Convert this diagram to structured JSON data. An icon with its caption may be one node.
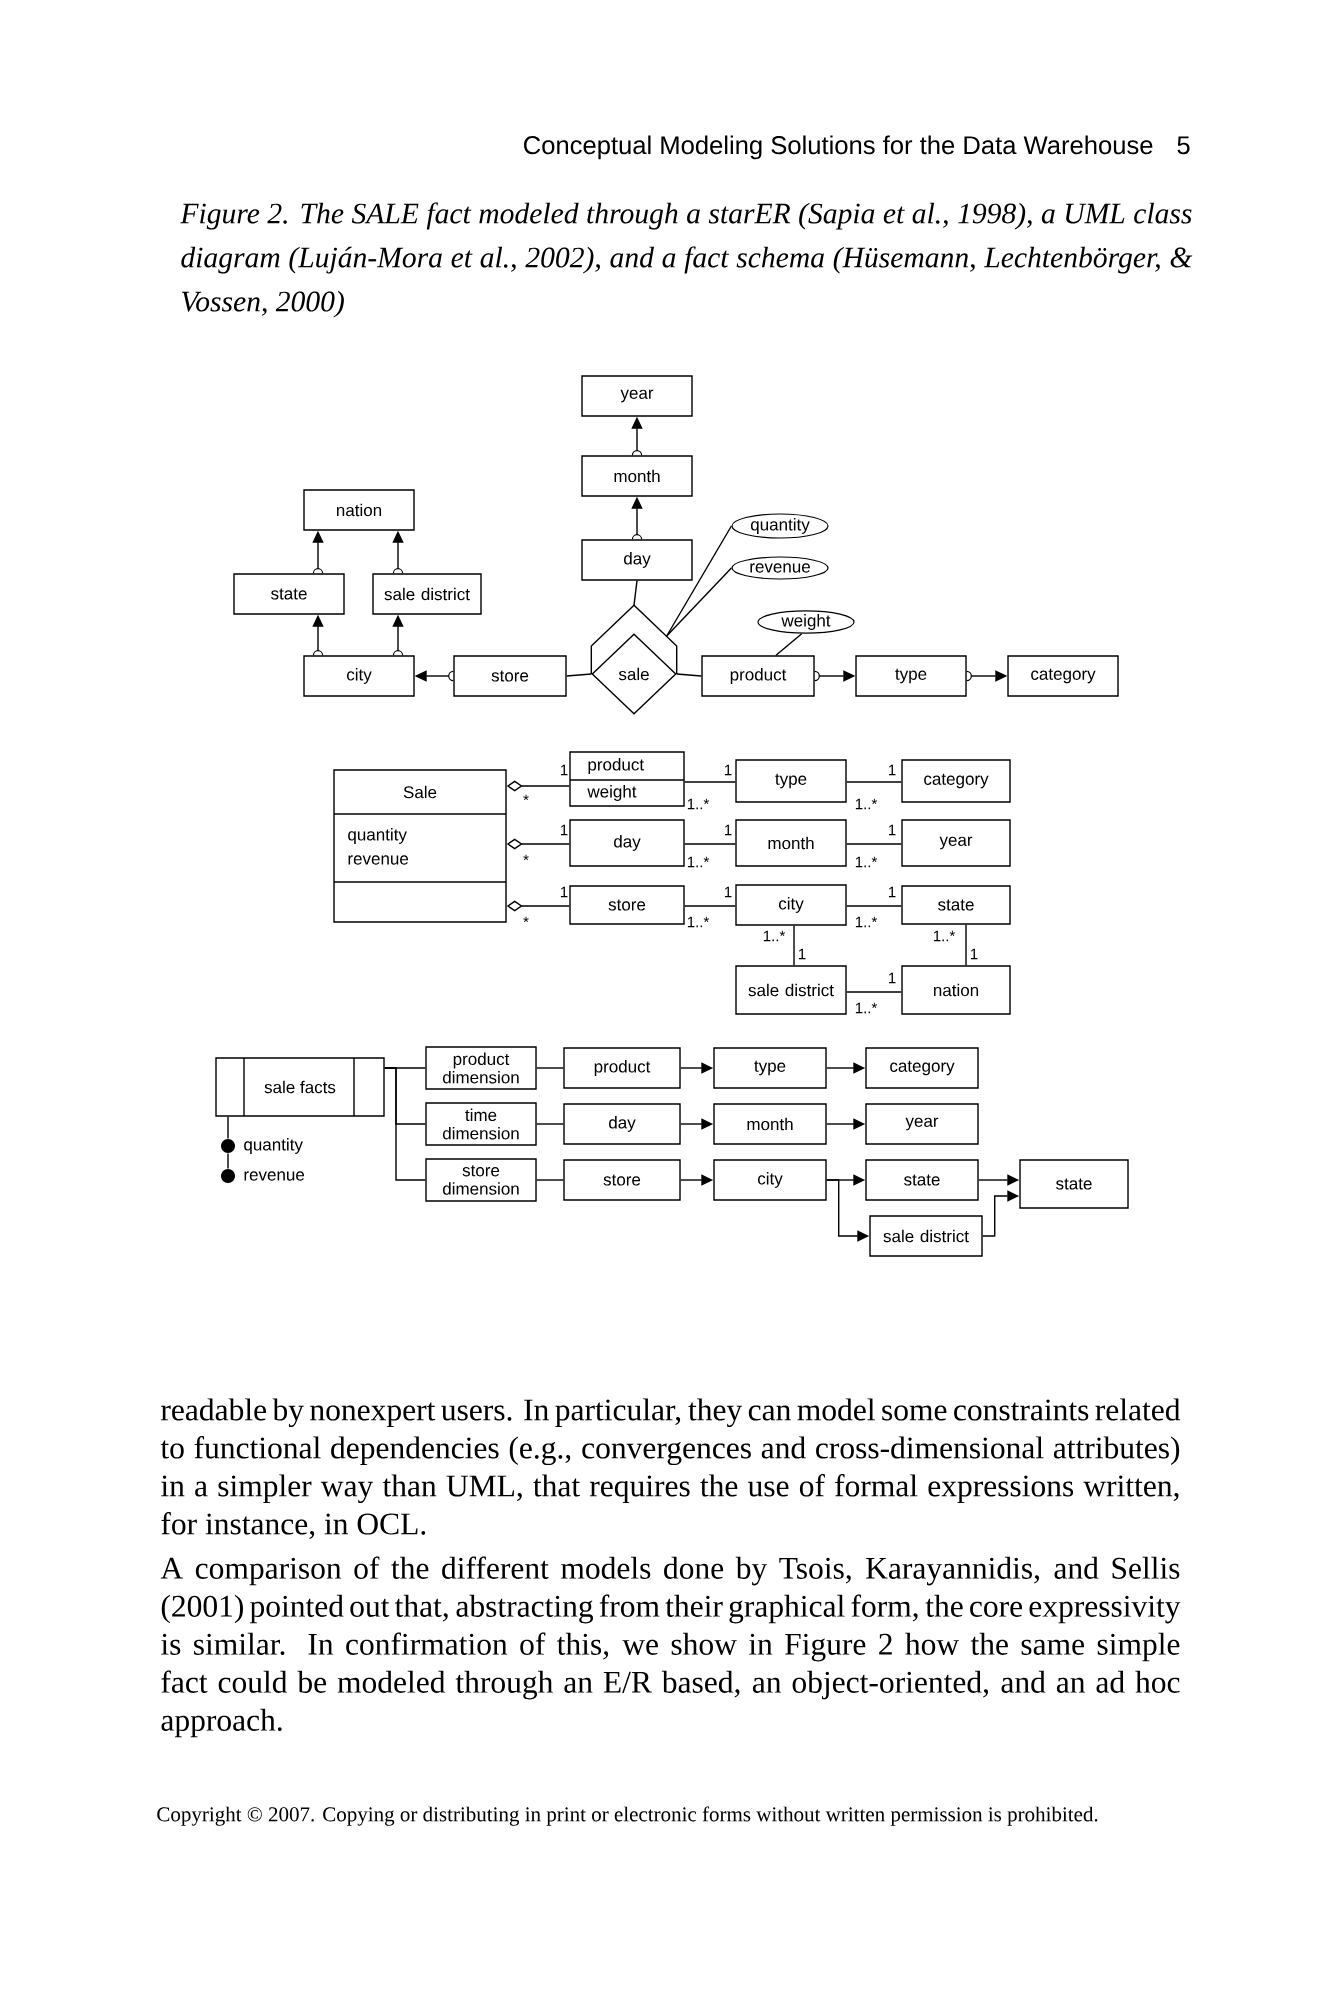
{
  "diagram": {
    "caption": "Figure 2. The SALE fact modeled through a starER (Sapia et al., 1998), a UML class diagram (Luján-Mora et al., 2002), and a fact schema (Hüsemann, Lechtenbörger, & Vossen, 2000)",
    "nodes": [
      {
        "text": [
          "year"
        ]
      },
      {
        "text": [
          "month"
        ]
      },
      {
        "text": [
          "nation"
        ]
      },
      {
        "text": [
          "day"
        ]
      },
      {
        "text": [
          "quantity"
        ]
      },
      {
        "text": [
          "revenue"
        ]
      },
      {
        "text": [
          "state"
        ]
      },
      {
        "text": [
          "sale district"
        ]
      },
      {
        "text": [
          "weight"
        ]
      },
      {
        "text": [
          "city"
        ]
      },
      {
        "text": [
          "store"
        ]
      },
      {
        "text": [
          "sale"
        ]
      },
      {
        "text": [
          "product"
        ]
      },
      {
        "text": [
          "type"
        ]
      },
      {
        "text": [
          "category"
        ]
      },
      {
        "text": [
          "Sale",
          "quantity",
          "revenue"
        ]
      },
      {
        "text": [
          "product",
          "weight"
        ]
      },
      {
        "text": [
          "type"
        ]
      },
      {
        "text": [
          "category"
        ]
      },
      {
        "text": [
          "day"
        ]
      },
      {
        "text": [
          "month"
        ]
      },
      {
        "text": [
          "year"
        ]
      },
      {
        "text": [
          "store"
        ]
      },
      {
        "text": [
          "city"
        ]
      },
      {
        "text": [
          "state"
        ]
      },
      {
        "text": [
          "sale district"
        ]
      },
      {
        "text": [
          "nation"
        ]
      },
      {
        "text": [
          "sale facts"
        ]
      },
      {
        "text": [
          "quantity"
        ]
      },
      {
        "text": [
          "revenue"
        ]
      },
      {
        "text": [
          "product dimension"
        ]
      },
      {
        "text": [
          "time dimension"
        ]
      },
      {
        "text": [
          "store dimension"
        ]
      },
      {
        "text": [
          "product"
        ]
      },
      {
        "text": [
          "type"
        ]
      },
      {
        "text": [
          "category"
        ]
      },
      {
        "text": [
          "day"
        ]
      },
      {
        "text": [
          "month"
        ]
      },
      {
        "text": [
          "year"
        ]
      },
      {
        "text": [
          "store"
        ]
      },
      {
        "text": [
          "city"
        ]
      },
      {
        "text": [
          "state"
        ]
      },
      {
        "text": [
          "sale district"
        ]
      },
      {
        "text": [
          "state"
        ]
      }
    ],
    "edges": [
      {
        "from": 1,
        "to": 0,
        "arrow": "to"
      },
      {
        "from": 3,
        "to": 1,
        "arrow": "to"
      },
      {
        "from": 6,
        "to": 2,
        "arrow": "to"
      },
      {
        "from": 7,
        "to": 2,
        "arrow": "to"
      },
      {
        "from": 9,
        "to": 6,
        "arrow": "to"
      },
      {
        "from": 9,
        "to": 7,
        "arrow": "to"
      },
      {
        "from": 10,
        "to": 9,
        "arrow": "to"
      },
      {
        "from": 11,
        "to": 10,
        "arrow": "none"
      },
      {
        "from": 11,
        "to": 3,
        "arrow": "none"
      },
      {
        "from": 11,
        "to": 4,
        "arrow": "none"
      },
      {
        "from": 11,
        "to": 5,
        "arrow": "none"
      },
      {
        "from": 11,
        "to": 12,
        "arrow": "none"
      },
      {
        "from": 12,
        "to": 8,
        "arrow": "none"
      },
      {
        "from": 12,
        "to": 13,
        "arrow": "to"
      },
      {
        "from": 13,
        "to": 14,
        "arrow": "to"
      },
      {
        "from": 15,
        "to": 16,
        "arrow": "other"
      },
      {
        "from": 15,
        "to": 19,
        "arrow": "other"
      },
      {
        "from": 15,
        "to": 22,
        "arrow": "other"
      },
      {
        "from": 16,
        "to": 17,
        "arrow": "none"
      },
      {
        "from": 17,
        "to": 18,
        "arrow": "none"
      },
      {
        "from": 19,
        "to": 20,
        "arrow": "none"
      },
      {
        "from": 20,
        "to": 21,
        "arrow": "none"
      },
      {
        "from": 22,
        "to": 23,
        "arrow": "none"
      },
      {
        "from": 23,
        "to": 24,
        "arrow": "none"
      },
      {
        "from": 23,
        "to": 25,
        "arrow": "none"
      },
      {
        "from": 24,
        "to": 26,
        "arrow": "none"
      },
      {
        "from": 25,
        "to": 26,
        "arrow": "none"
      },
      {
        "from": 27,
        "to": 28,
        "arrow": "none"
      },
      {
        "from": 28,
        "to": 29,
        "arrow": "none"
      },
      {
        "from": 27,
        "to": 30,
        "arrow": "none"
      },
      {
        "from": 27,
        "to": 31,
        "arrow": "none"
      },
      {
        "from": 27,
        "to": 32,
        "arrow": "none"
      },
      {
        "from": 30,
        "to": 33,
        "arrow": "none"
      },
      {
        "from": 31,
        "to": 36,
        "arrow": "none"
      },
      {
        "from": 32,
        "to": 39,
        "arrow": "none"
      },
      {
        "from": 33,
        "to": 34,
        "arrow": "to"
      },
      {
        "from": 34,
        "to": 35,
        "arrow": "to"
      },
      {
        "from": 36,
        "to": 37,
        "arrow": "to"
      },
      {
        "from": 37,
        "to": 38,
        "arrow": "to"
      },
      {
        "from": 39,
        "to": 40,
        "arrow": "to"
      },
      {
        "from": 40,
        "to": 41,
        "arrow": "to"
      },
      {
        "from": 40,
        "to": 42,
        "arrow": "to"
      },
      {
        "from": 41,
        "to": 43,
        "arrow": "to"
      },
      {
        "from": 42,
        "to": 43,
        "arrow": "to"
      }
    ],
    "labels": [
      "Conceptual Modeling Solutions for the Data Warehouse",
      "5",
      "1",
      "1",
      "1",
      "*",
      "1..*",
      "1..*",
      "1",
      "1",
      "1",
      "*",
      "1..*",
      "1..*",
      "1",
      "1",
      "1",
      "*",
      "1..*",
      "1..*",
      "1..*",
      "1..*",
      "1",
      "1",
      "1",
      "1..*",
      "readable by nonexpert users. In particular, they can model some constraints related to functional dependencies (e.g., convergences and cross-dimensional attributes) in a simpler way than UML, that requires the use of formal expressions written, for instance, in OCL.",
      "A comparison of the different models done by Tsois, Karayannidis, and Sellis (2001) pointed out that, abstracting from their graphical form, the core expressivity is similar. In confirmation of this, we show in Figure 2 how the same simple fact could be modeled through an E/R based, an object-oriented, and an ad hoc approach.",
      "Copyright © 2007. Copying or distributing in print or electronic forms without written permission is prohibited."
    ]
  }
}
